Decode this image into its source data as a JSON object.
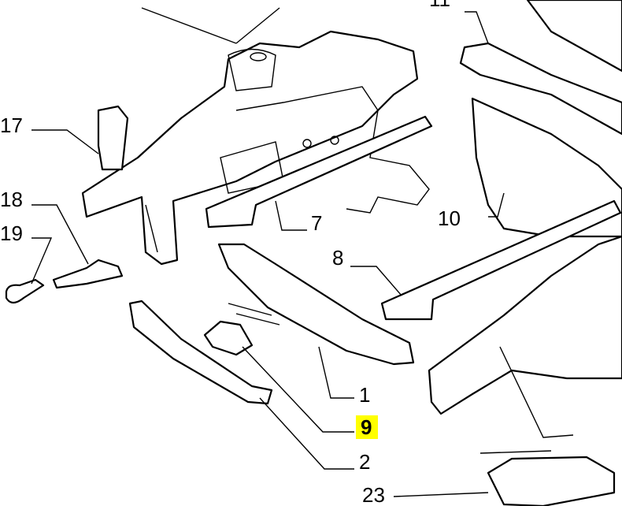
{
  "diagram": {
    "highlight_color": "#ffff00",
    "callouts": [
      {
        "id": "17",
        "label": "17"
      },
      {
        "id": "18",
        "label": "18"
      },
      {
        "id": "19",
        "label": "19"
      },
      {
        "id": "11",
        "label": "11"
      },
      {
        "id": "7",
        "label": "7"
      },
      {
        "id": "10",
        "label": "10"
      },
      {
        "id": "8",
        "label": "8"
      },
      {
        "id": "1",
        "label": "1"
      },
      {
        "id": "9",
        "label": "9",
        "highlighted": true
      },
      {
        "id": "2",
        "label": "2"
      },
      {
        "id": "23",
        "label": "23"
      }
    ]
  }
}
